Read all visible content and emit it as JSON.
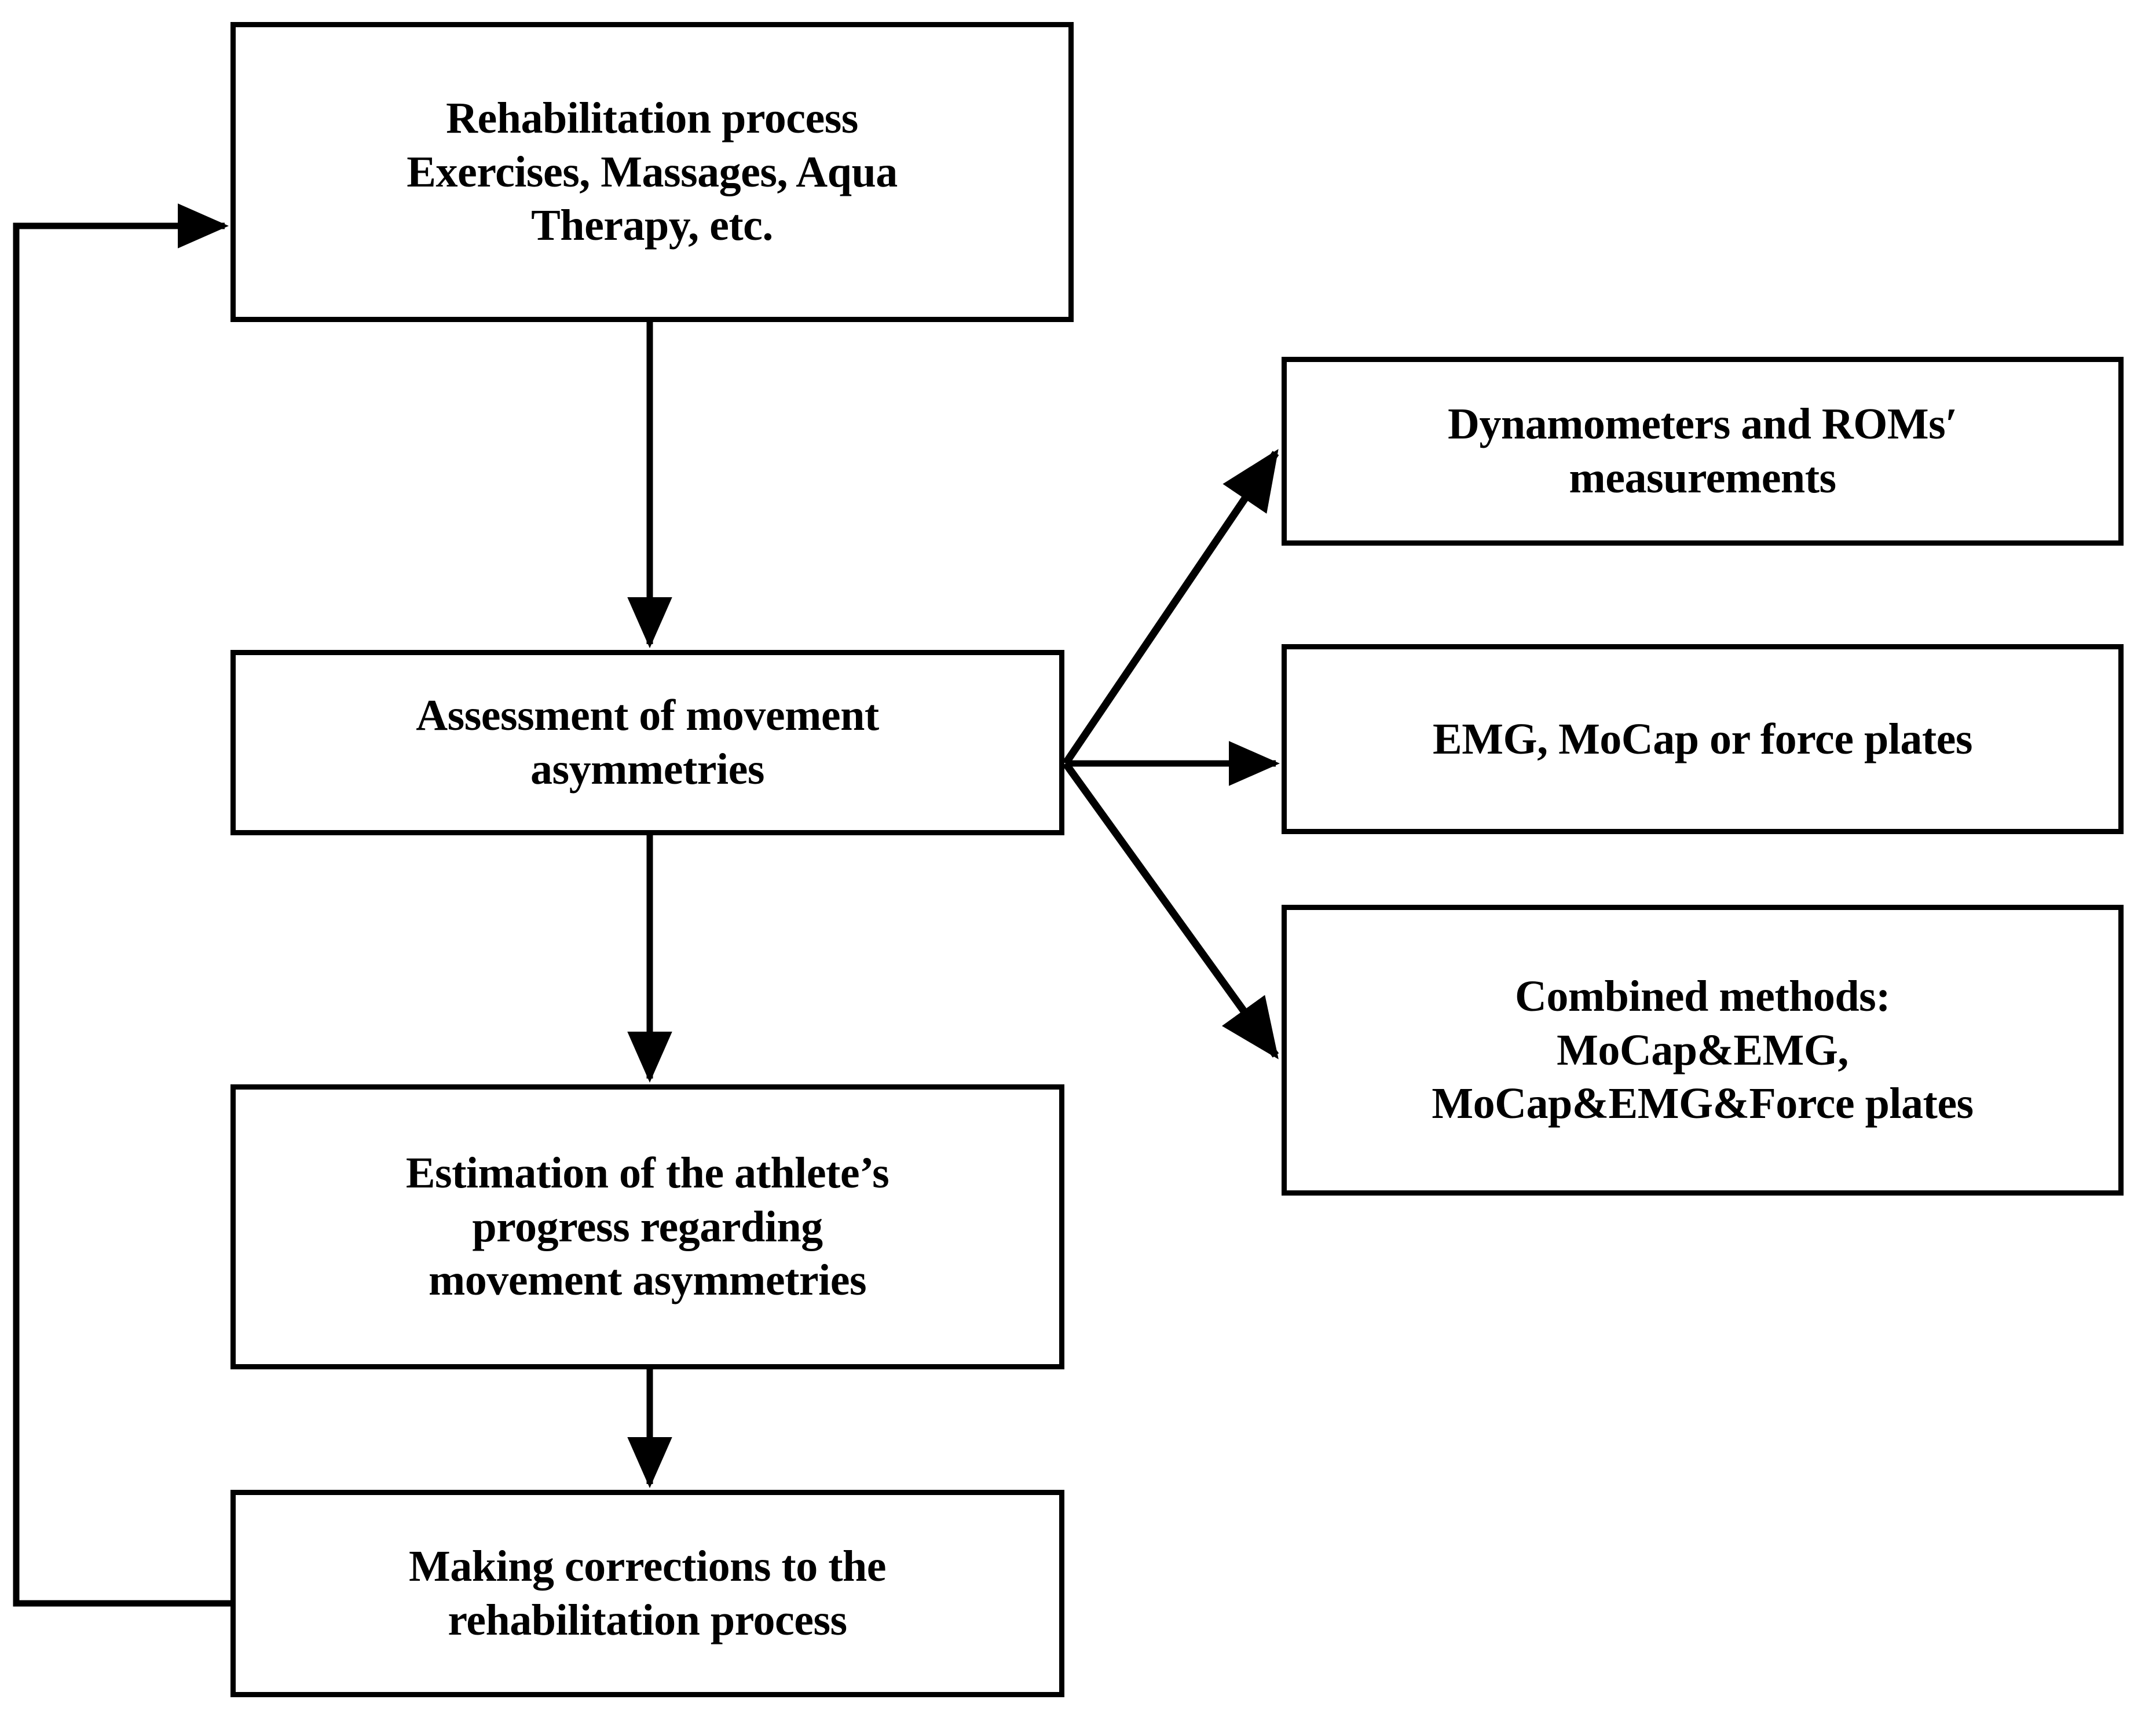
{
  "diagram": {
    "title": "Rehabilitation assessment feedback loop flowchart",
    "colors": {
      "box_border": "#000000",
      "box_fill": "#ffffff",
      "arrow": "#000000",
      "text": "#000000"
    },
    "nodes": [
      {
        "id": "rehab",
        "label": "Rehabilitation process\nExercises, Massages, Aqua\nTherapy, etc."
      },
      {
        "id": "assessment",
        "label": "Assessment of movement\nasymmetries"
      },
      {
        "id": "estimation",
        "label": "Estimation of the athlete’s\nprogress regarding\nmovement asymmetries"
      },
      {
        "id": "corrections",
        "label": "Making corrections to the\nrehabilitation process"
      },
      {
        "id": "dynamometers",
        "label": "Dynamometers and ROMs′\nmeasurements"
      },
      {
        "id": "emg",
        "label": "EMG, MoCap or force plates"
      },
      {
        "id": "combined",
        "label": "Combined methods:\nMoCap&EMG,\nMoCap&EMG&Force plates"
      }
    ],
    "edges": [
      {
        "id": "rehab-to-assessment",
        "from": "rehab",
        "to": "assessment",
        "kind": "straight-down"
      },
      {
        "id": "assessment-to-estimation",
        "from": "assessment",
        "to": "estimation",
        "kind": "straight-down"
      },
      {
        "id": "estimation-to-corrections",
        "from": "estimation",
        "to": "corrections",
        "kind": "straight-down"
      },
      {
        "id": "corrections-to-rehab",
        "from": "corrections",
        "to": "rehab",
        "kind": "feedback-loop-left"
      },
      {
        "id": "assessment-to-dynamometers",
        "from": "assessment",
        "to": "dynamometers",
        "kind": "diagonal-up-right"
      },
      {
        "id": "assessment-to-emg",
        "from": "assessment",
        "to": "emg",
        "kind": "straight-right"
      },
      {
        "id": "assessment-to-combined",
        "from": "assessment",
        "to": "combined",
        "kind": "diagonal-down-right"
      }
    ]
  }
}
